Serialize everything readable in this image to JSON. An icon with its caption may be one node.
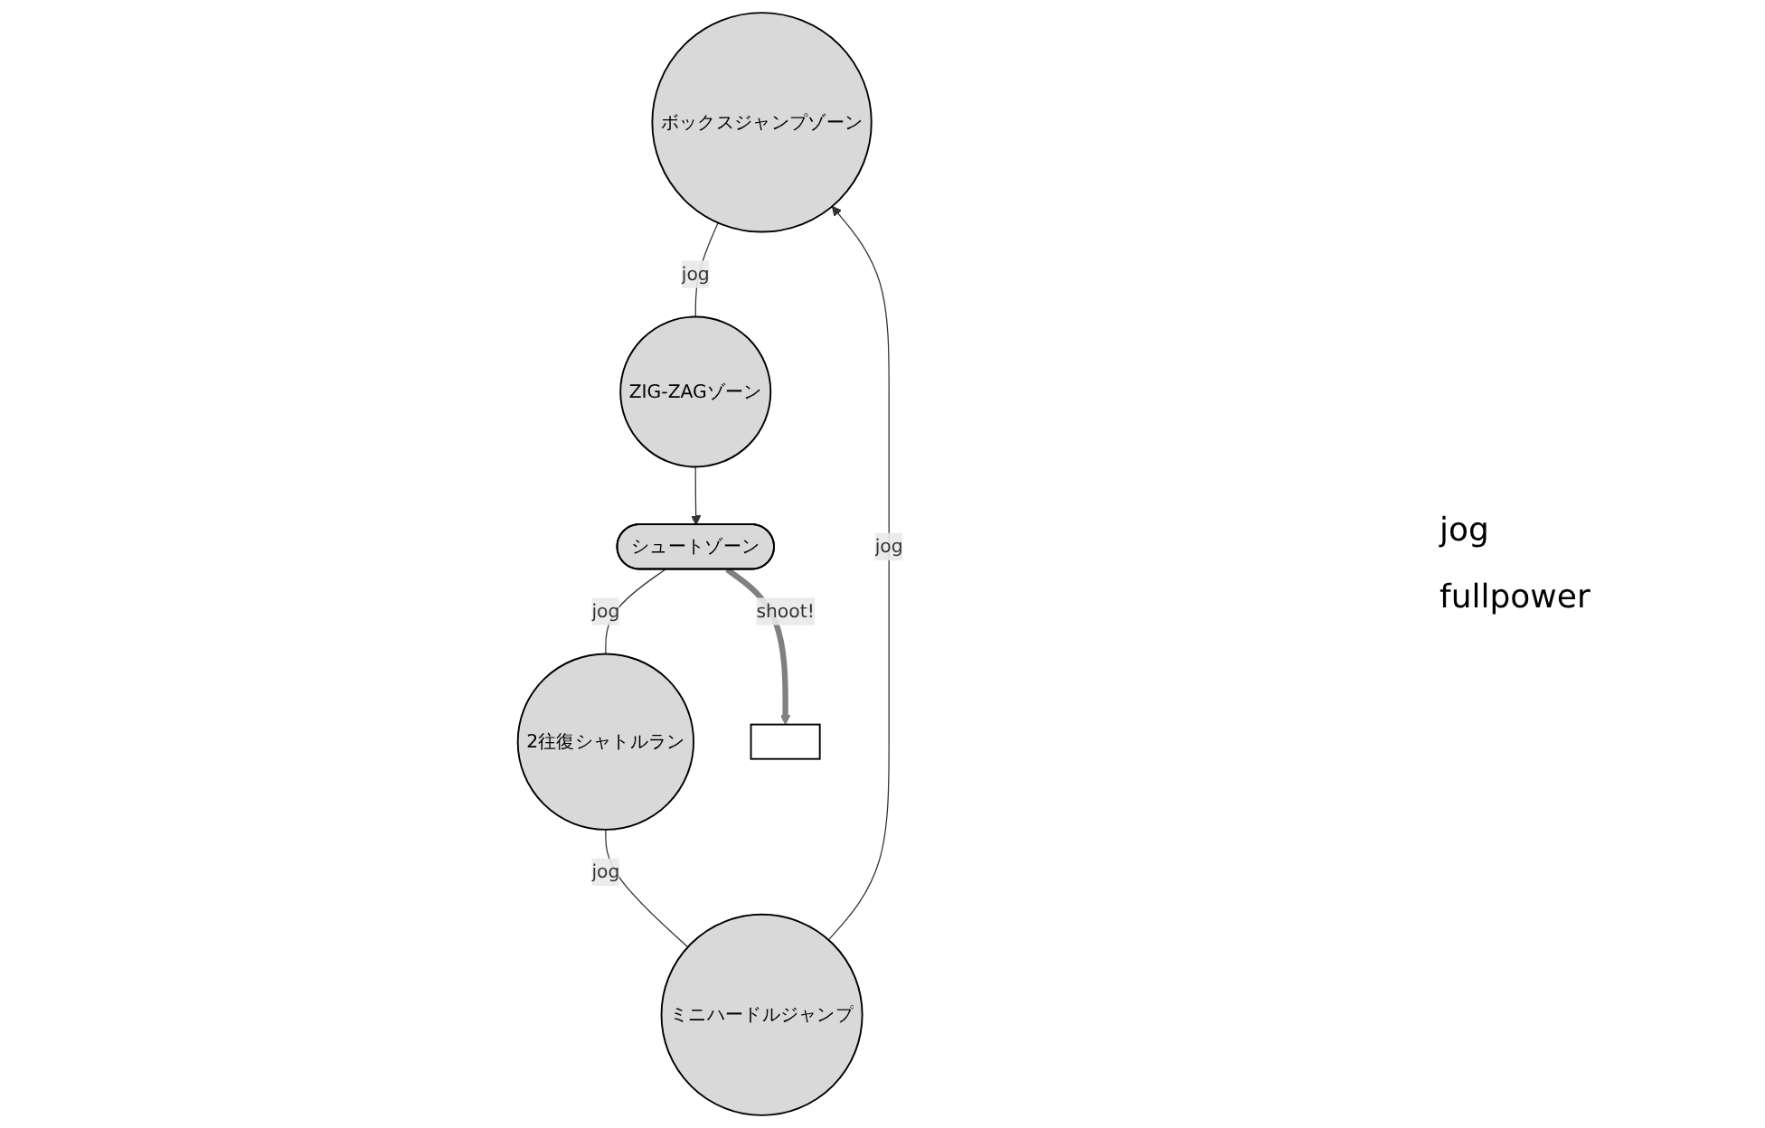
{
  "diagram": {
    "nodes": [
      {
        "text": [
          "ボックスジャンプゾーン"
        ]
      },
      {
        "text": [
          "ミニハードルジャンプ"
        ]
      },
      {
        "text": [
          "ZIG-ZAGゾーン"
        ]
      },
      {
        "text": [
          "2往復シャトルラン"
        ]
      },
      {
        "text": [
          "シュートゾーン"
        ]
      },
      {
        "text": [],
        "shape": "box"
      }
    ],
    "edges": [
      {
        "from": 1,
        "to": 0,
        "arrow": "to",
        "label": "jog"
      },
      {
        "from": 0,
        "to": 2,
        "arrow": "none",
        "label": "jog"
      },
      {
        "from": 2,
        "to": 4,
        "arrow": "to"
      },
      {
        "from": 4,
        "to": 3,
        "arrow": "none",
        "label": "jog"
      },
      {
        "from": 3,
        "to": 1,
        "arrow": "none",
        "label": "jog"
      },
      {
        "from": 4,
        "to": 5,
        "arrow": "to",
        "label": "shoot!",
        "style": "thick",
        "color": "#808080"
      }
    ],
    "labels": [
      "jog",
      "fullpower"
    ]
  }
}
